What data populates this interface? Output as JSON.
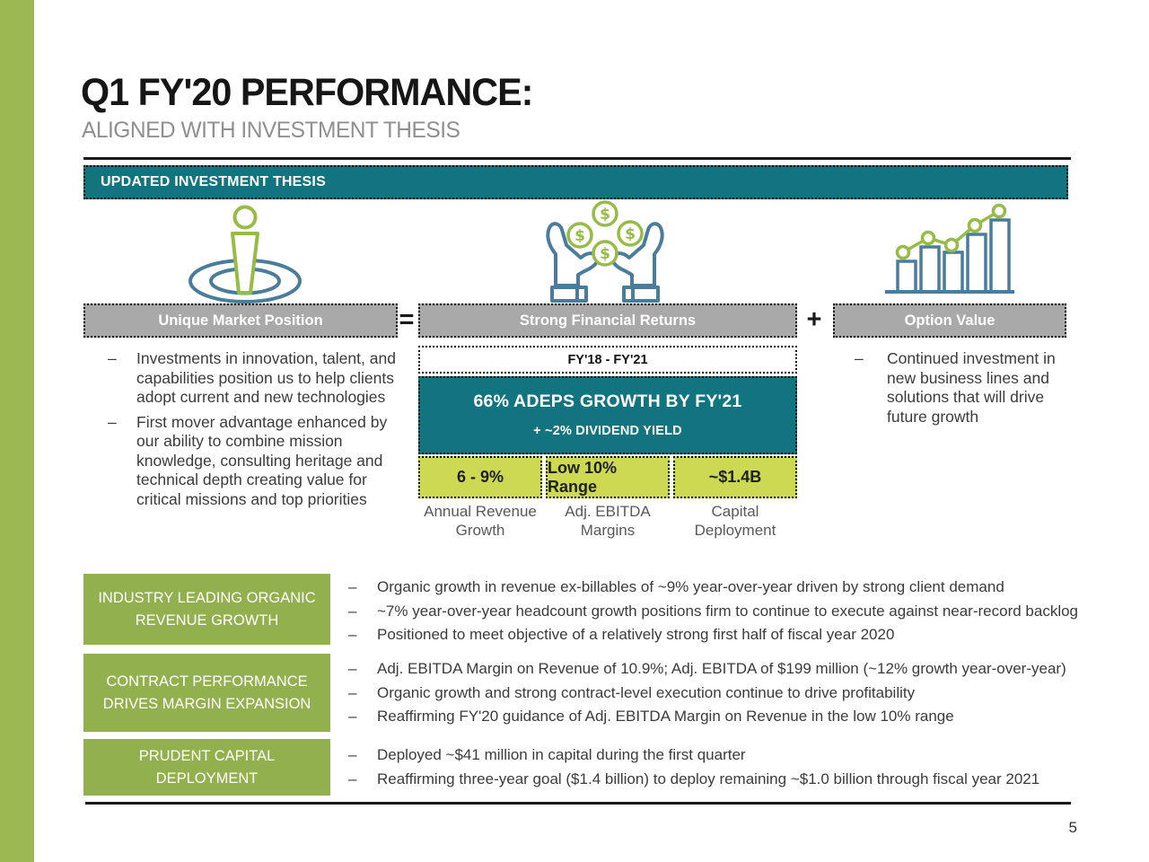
{
  "header": {
    "title": "Q1 FY'20 PERFORMANCE:",
    "subtitle": "ALIGNED WITH INVESTMENT THESIS",
    "banner": "UPDATED INVESTMENT THESIS"
  },
  "thesis": {
    "operators": {
      "equals": "=",
      "plus": "+"
    },
    "pillars": [
      {
        "icon": "person-target-icon",
        "label": "Unique Market Position",
        "bullets": [
          "Investments in innovation, talent, and capabilities position us to help clients adopt current and new technologies",
          "First mover advantage enhanced by our ability to combine mission knowledge, consulting heritage and technical depth creating value for critical missions and top priorities"
        ]
      },
      {
        "icon": "hands-money-icon",
        "label": "Strong Financial Returns"
      },
      {
        "icon": "growth-chart-icon",
        "label": "Option Value",
        "bullets": [
          "Continued investment in new business lines and solutions that will drive future growth"
        ]
      }
    ],
    "financial_returns": {
      "period": "FY'18 - FY'21",
      "headline": "66% ADEPS GROWTH BY FY'21",
      "subline": "+ ~2% DIVIDEND YIELD",
      "metrics": [
        {
          "value": "6 - 9%",
          "label": "Annual Revenue Growth"
        },
        {
          "value": "Low 10% Range",
          "label": "Adj. EBITDA Margins"
        },
        {
          "value": "~$1.4B",
          "label": "Capital Deployment"
        }
      ]
    }
  },
  "highlights": [
    {
      "label": "INDUSTRY LEADING ORGANIC REVENUE GROWTH",
      "bullets": [
        "Organic growth in revenue ex-billables of ~9% year-over-year driven by strong client demand",
        "~7% year-over-year headcount growth positions firm to continue to execute against near-record backlog",
        "Positioned to meet objective of a relatively strong first half of fiscal year 2020"
      ]
    },
    {
      "label": "CONTRACT PERFORMANCE DRIVES MARGIN EXPANSION",
      "bullets": [
        "Adj. EBITDA Margin on Revenue of 10.9%; Adj. EBITDA of $199 million (~12% growth year-over-year)",
        "Organic growth and strong contract-level execution continue to drive profitability",
        "Reaffirming FY'20 guidance of Adj. EBITDA Margin on Revenue in the low 10% range"
      ]
    },
    {
      "label": "PRUDENT CAPITAL DEPLOYMENT",
      "bullets": [
        "Deployed ~$41 million in capital during the first quarter",
        "Reaffirming three-year goal ($1.4 billion) to deploy remaining ~$1.0 billion through fiscal year 2021"
      ]
    }
  ],
  "footer": {
    "page_number": "5"
  },
  "colors": {
    "teal": "#12747F",
    "accent_green": "#9BB853",
    "label_green": "#93B04F",
    "lime": "#CDD952",
    "box_gray": "#A9A9A9",
    "icon_blue": "#4A7C9B",
    "icon_green": "#97BC45"
  }
}
